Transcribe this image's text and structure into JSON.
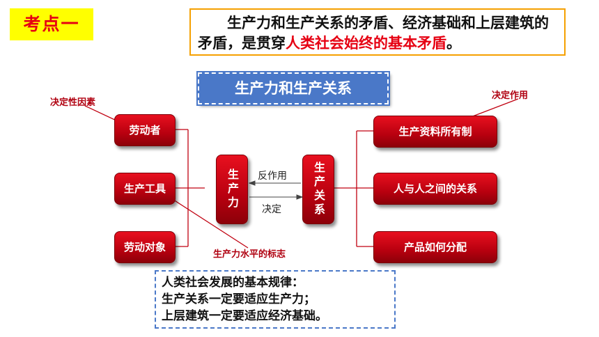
{
  "tag": "考点一",
  "intro": {
    "part1": "生产力和生产关系的矛盾、经济基础和上层建筑的矛盾，是贯穿",
    "highlight": "人类社会始终的基本矛盾",
    "part2": "。"
  },
  "banner": "生产力和生产关系",
  "left_boxes": [
    "劳动者",
    "生产工具",
    "劳动对象"
  ],
  "center_left": "生产力",
  "center_right": "生产关系",
  "arrow_top": "反作用",
  "arrow_bottom": "决定",
  "right_boxes": [
    "生产资料所有制",
    "人与人之间的关系",
    "产品如何分配"
  ],
  "notes": {
    "decisive_factor": "决定性因素",
    "decisive_role": "决定作用",
    "productivity_mark": "生产力水平的标志"
  },
  "rule": {
    "line1": "人类社会发展的基本规律：",
    "line2": "生产关系一定要适应生产力；",
    "line3": "上层建筑一定要适应经济基础。"
  },
  "colors": {
    "red": "#e60012",
    "blue": "#4a78c8",
    "yellow": "#ffff00",
    "orange": "#f5a000"
  }
}
